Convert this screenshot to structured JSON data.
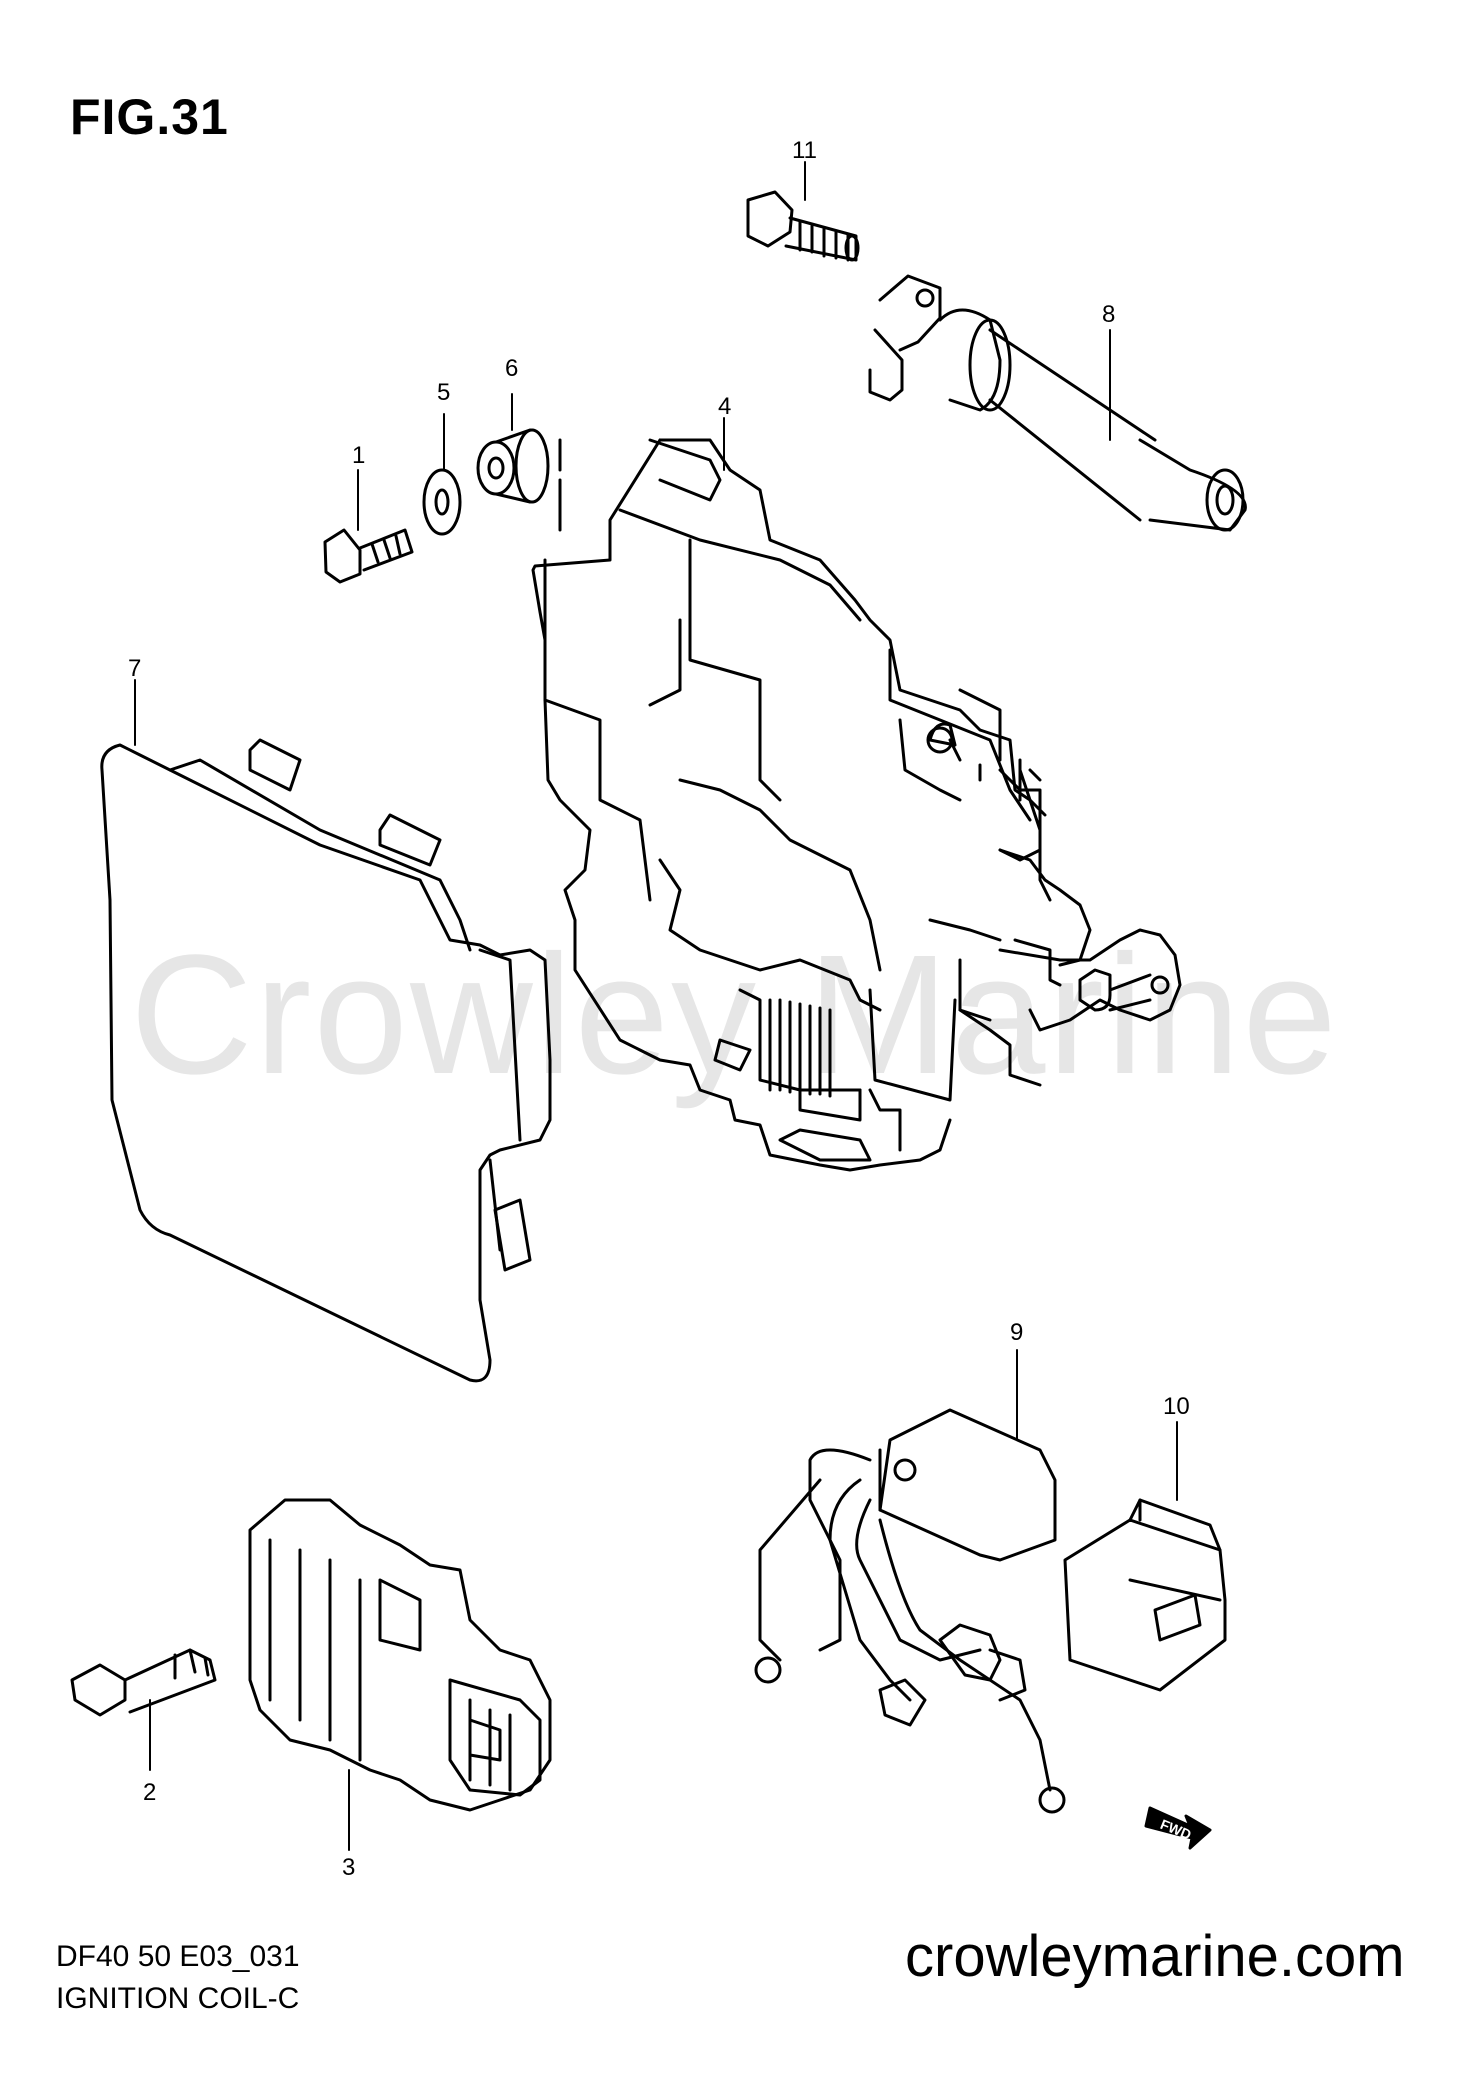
{
  "figure": {
    "title": "FIG.31"
  },
  "watermark": {
    "text": "Crowley Marine"
  },
  "callouts": [
    {
      "id": "1",
      "part": "bolt"
    },
    {
      "id": "2",
      "part": "bolt"
    },
    {
      "id": "3",
      "part": "rectifier-regulator"
    },
    {
      "id": "4",
      "part": "bracket"
    },
    {
      "id": "5",
      "part": "washer"
    },
    {
      "id": "6",
      "part": "grommet"
    },
    {
      "id": "7",
      "part": "cover"
    },
    {
      "id": "8",
      "part": "ignition-coil"
    },
    {
      "id": "9",
      "part": "harness-module"
    },
    {
      "id": "10",
      "part": "connector-cap"
    },
    {
      "id": "11",
      "part": "bolt"
    }
  ],
  "fwd": {
    "label": "FWD"
  },
  "footer": {
    "code": "DF40 50 E03_031",
    "title": "IGNITION COIL-C",
    "site": "crowleymarine.com"
  }
}
